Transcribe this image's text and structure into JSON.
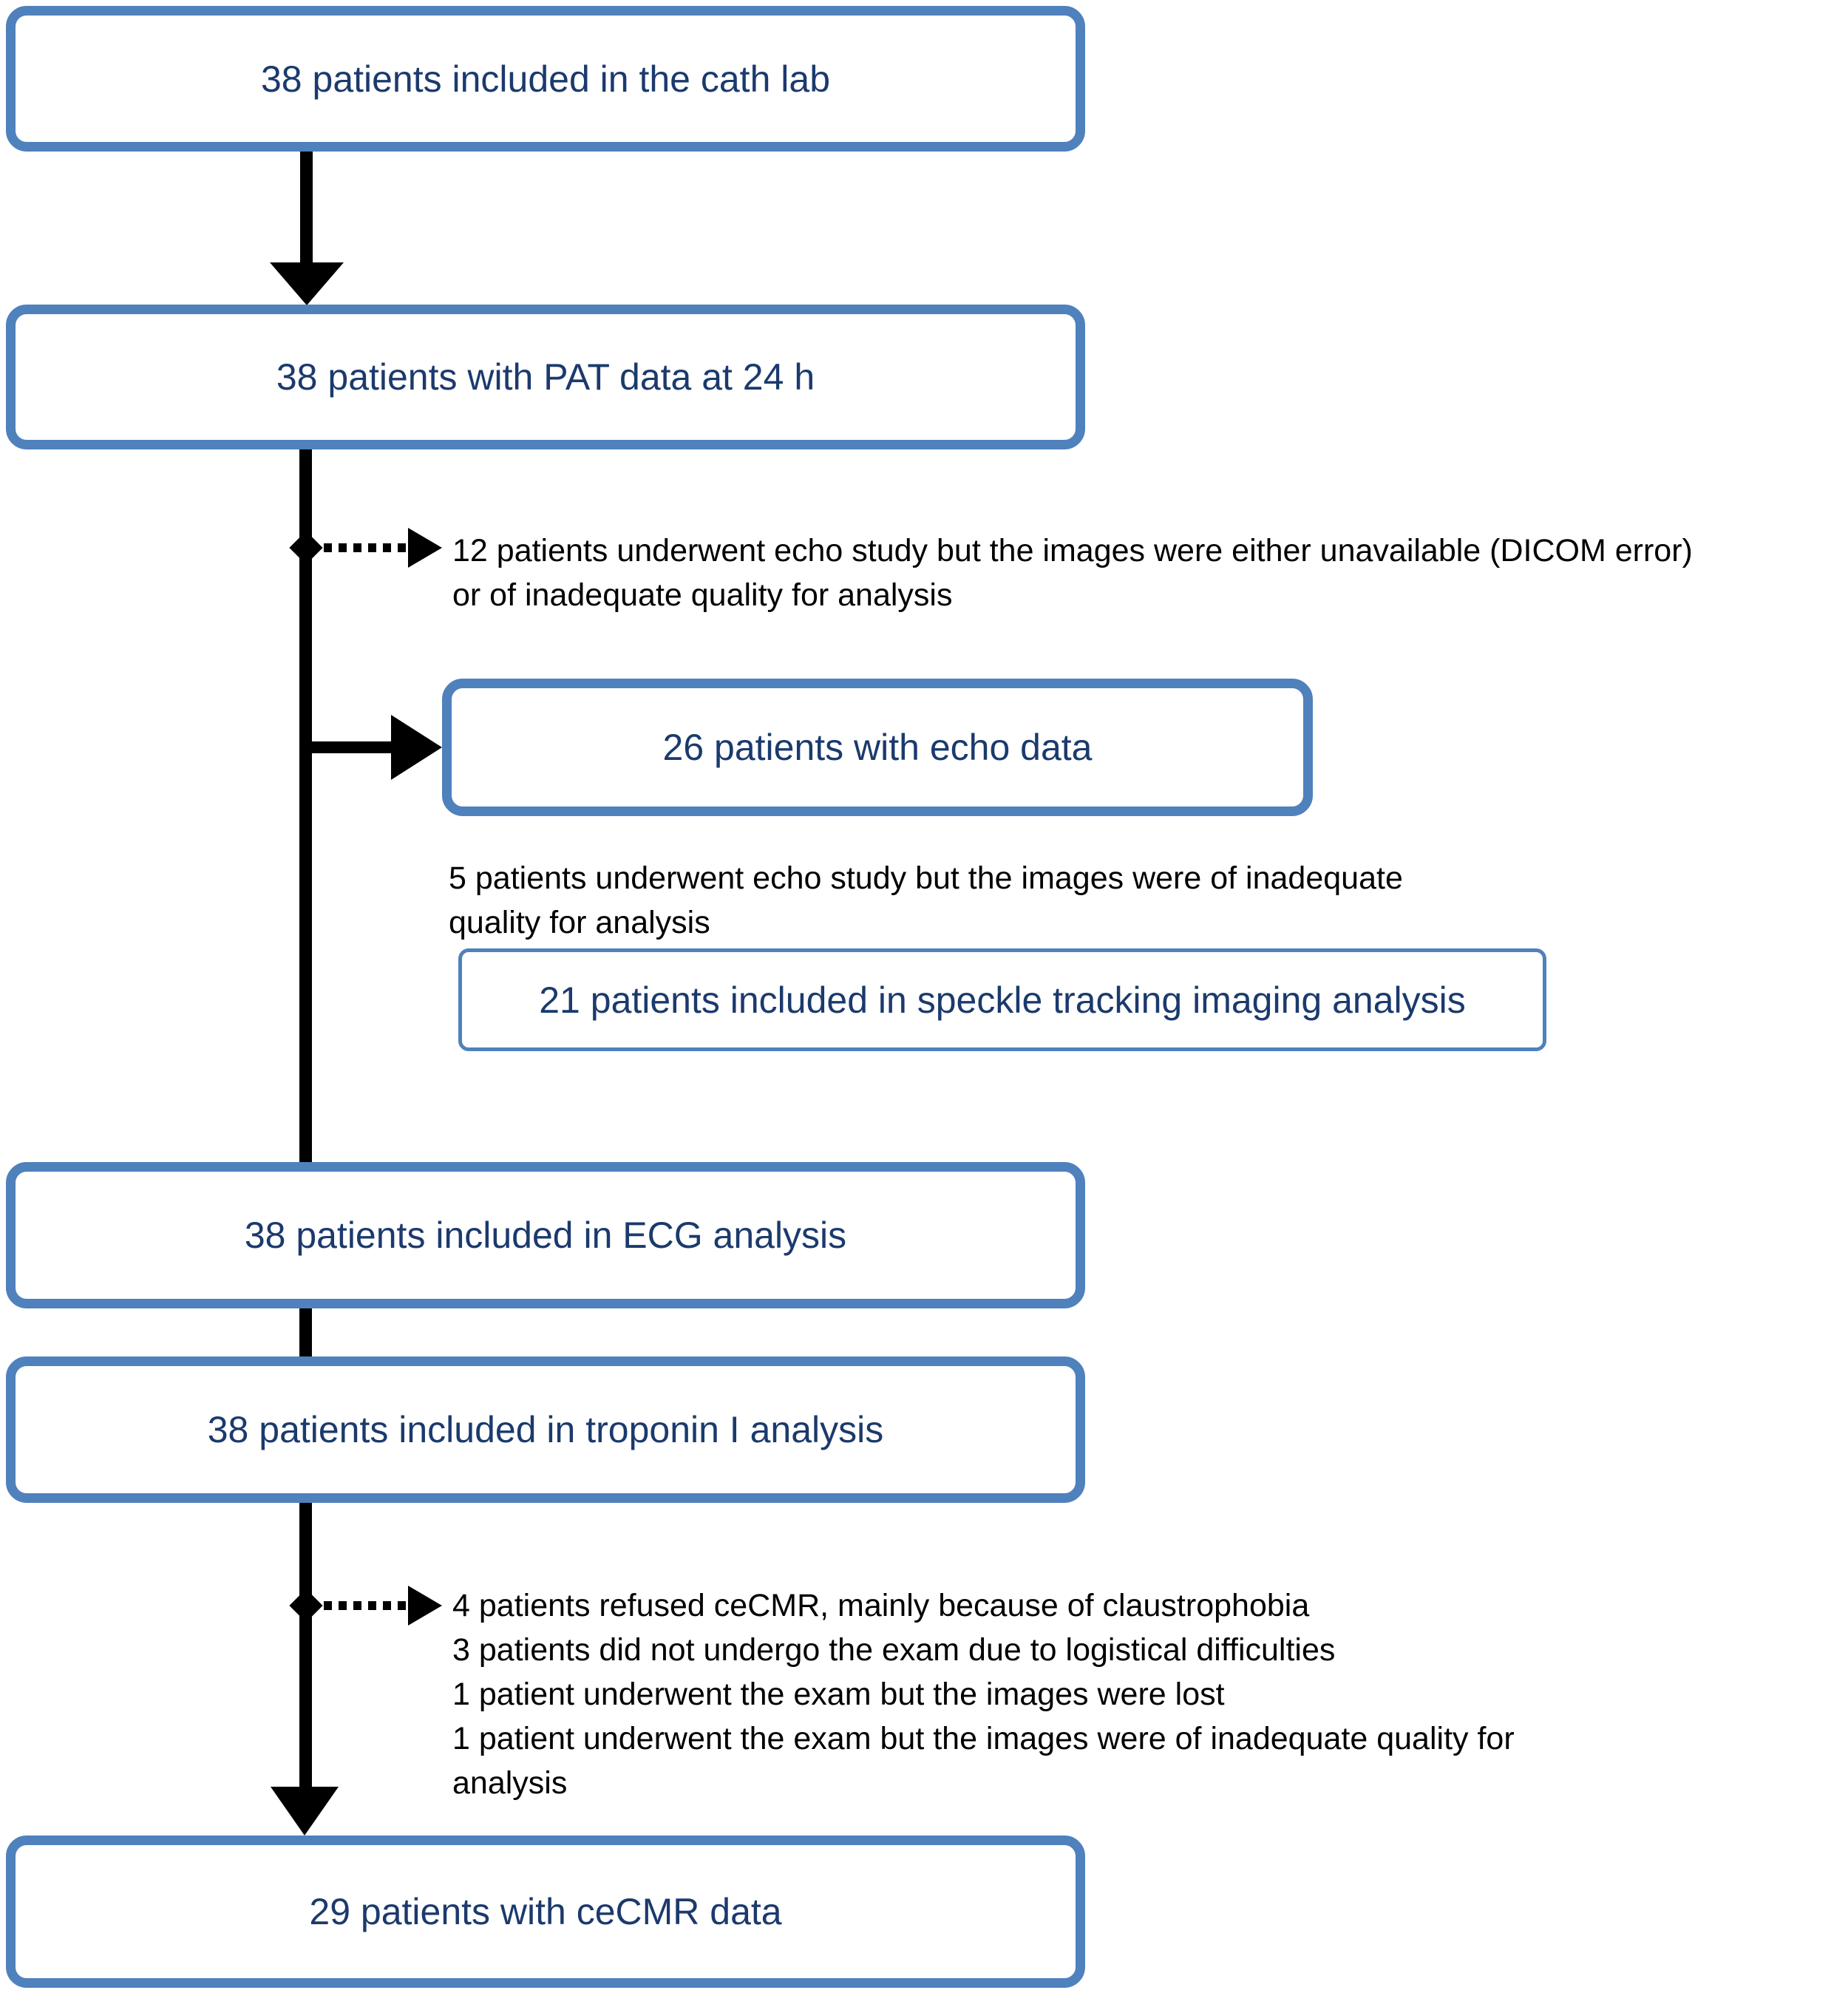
{
  "figure": {
    "type": "flowchart",
    "boxes": {
      "cath_lab": "38 patients included in the cath lab",
      "pat": "38 patients with PAT data at 24 h",
      "echo": "26 patients with echo data",
      "speckle": "21 patients included in speckle tracking imaging analysis",
      "ecg": "38 patients included in ECG analysis",
      "troponin": "38 patients included in troponin I analysis",
      "cecmr": "29 patients with ceCMR data"
    },
    "annotations": {
      "echo_exclusion": {
        "lines": [
          "12 patients underwent echo study but the images were either unavailable (DICOM error)",
          "or of inadequate quality for analysis"
        ]
      },
      "speckle_exclusion": {
        "lines": [
          "5 patients underwent echo study but the images were of inadequate",
          "quality for analysis"
        ]
      },
      "cecmr_exclusion": {
        "lines": [
          "4 patients refused ceCMR, mainly because of claustrophobia",
          "3 patients did not undergo the exam due to logistical difficulties",
          "1 patient underwent the exam but the images were lost",
          "1 patient underwent the exam but the images were of inadequate quality for",
          "analysis"
        ]
      }
    },
    "colors": {
      "box_border": "#4f81bd",
      "box_text": "#1b3a6d",
      "annotation_text": "#000000",
      "arrow": "#000000",
      "background": "#ffffff"
    }
  }
}
